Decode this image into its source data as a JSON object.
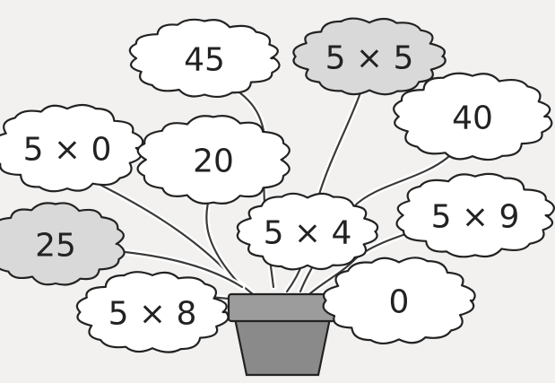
{
  "worksheet": {
    "title": "",
    "flowers": [
      {
        "id": "f45",
        "text": "45",
        "shaded": false
      },
      {
        "id": "f5x5",
        "text": "5 × 5",
        "shaded": true
      },
      {
        "id": "f5x0",
        "text": "5 × 0",
        "shaded": false
      },
      {
        "id": "f20",
        "text": "20",
        "shaded": false
      },
      {
        "id": "f40",
        "text": "40",
        "shaded": false
      },
      {
        "id": "f5x4",
        "text": "5 × 4",
        "shaded": false
      },
      {
        "id": "f5x9",
        "text": "5 × 9",
        "shaded": false
      },
      {
        "id": "f25",
        "text": "25",
        "shaded": true
      },
      {
        "id": "f5x8",
        "text": "5 × 8",
        "shaded": false
      },
      {
        "id": "f0",
        "text": "0",
        "shaded": false
      }
    ]
  },
  "colors": {
    "shaded_fill": "#d9d9d9",
    "pot": "#8a8a8a",
    "outline": "#222222"
  }
}
